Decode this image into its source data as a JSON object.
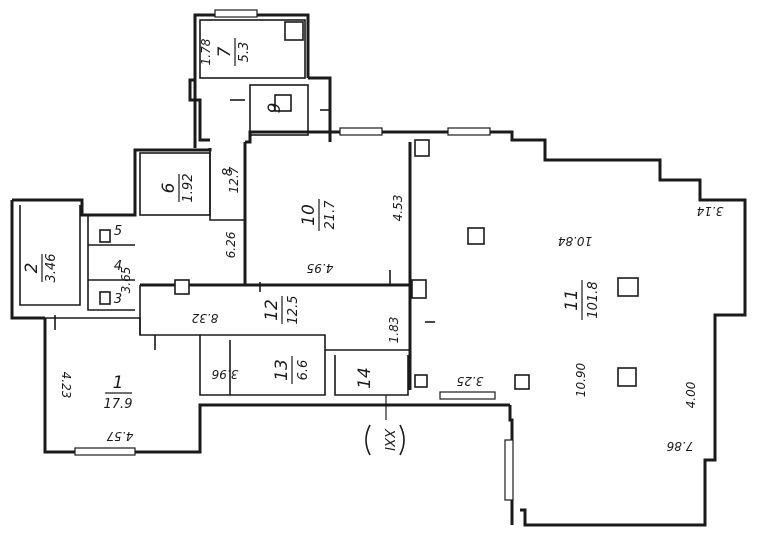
{
  "rooms": [
    {
      "id": "1",
      "area": "17.9"
    },
    {
      "id": "2",
      "area": "3.46"
    },
    {
      "id": "3",
      "area": ""
    },
    {
      "id": "4",
      "area": ""
    },
    {
      "id": "5",
      "area": ""
    },
    {
      "id": "6",
      "area": "1.92"
    },
    {
      "id": "7",
      "area": "5.3"
    },
    {
      "id": "8",
      "area": ""
    },
    {
      "id": "9",
      "area": ""
    },
    {
      "id": "10",
      "area": "21.7"
    },
    {
      "id": "11",
      "area": "101.8"
    },
    {
      "id": "12",
      "area": "12.5"
    },
    {
      "id": "13",
      "area": "6.6"
    },
    {
      "id": "14",
      "area": ""
    }
  ],
  "dimensions": {
    "d1": "4.57",
    "d2": "4.23",
    "d3": "3.96",
    "d4": "8.32",
    "d5": "3.65",
    "d6": "6.26",
    "d7": "12.7",
    "d8": "4.95",
    "d9": "4.53",
    "d10": "1.83",
    "d11": "3.25",
    "d12": "10.84",
    "d13": "10.90",
    "d14": "4.00",
    "d15": "7.86",
    "d16": "3.14",
    "d17": "1.78"
  },
  "section_mark": "XXI"
}
